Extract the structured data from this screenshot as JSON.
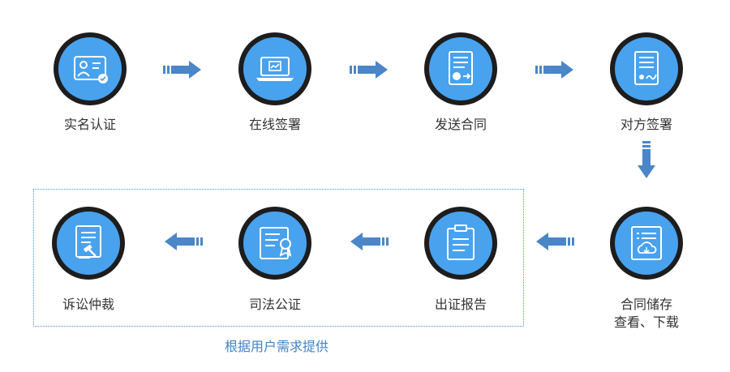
{
  "steps": [
    {
      "label": "实名认证",
      "icon": "id-card-icon"
    },
    {
      "label": "在线签署",
      "icon": "laptop-sign-icon"
    },
    {
      "label": "发送合同",
      "icon": "contract-send-icon"
    },
    {
      "label": "对方签署",
      "icon": "document-sign-icon"
    },
    {
      "label_line1": "合同储存",
      "label_line2": "查看、下载",
      "icon": "cloud-storage-icon"
    },
    {
      "label": "出证报告",
      "icon": "clipboard-report-icon"
    },
    {
      "label": "司法公证",
      "icon": "certificate-icon"
    },
    {
      "label": "诉讼仲裁",
      "icon": "gavel-document-icon"
    }
  ],
  "group_note": "根据用户需求提供",
  "colors": {
    "circle_fill": "#49a2ee",
    "circle_ring": "#1d1d1d",
    "arrow": "#4a86c8",
    "note": "#3f83c9"
  }
}
